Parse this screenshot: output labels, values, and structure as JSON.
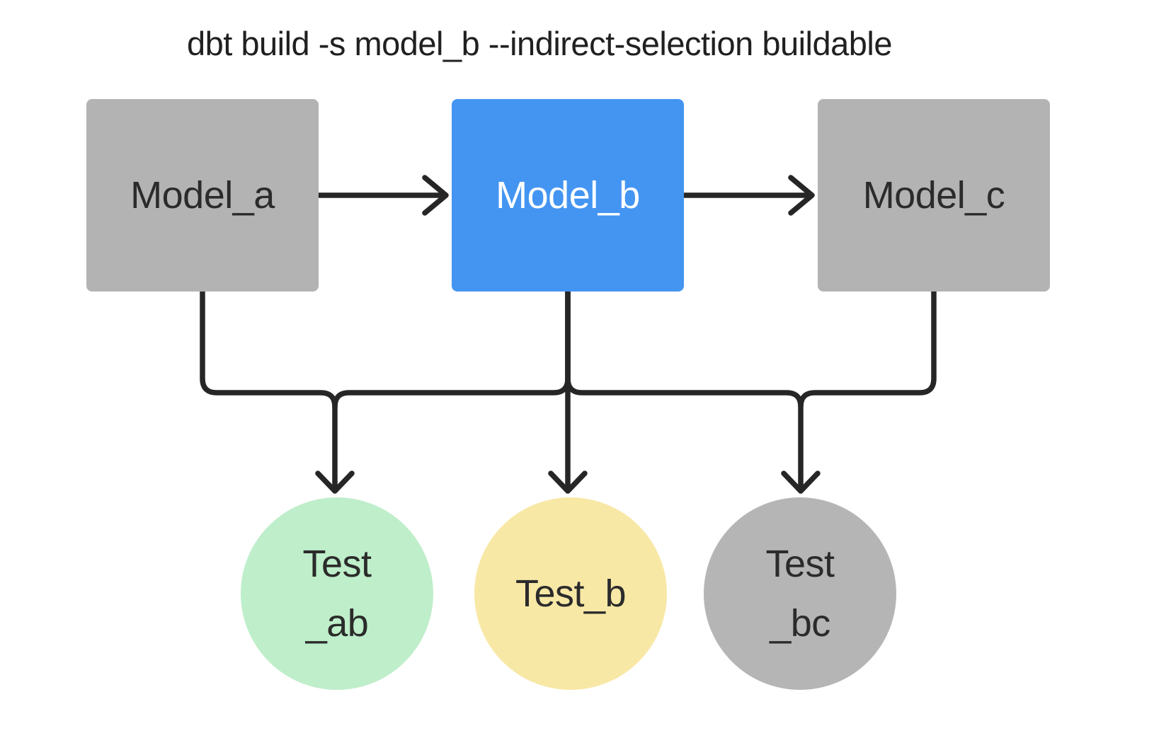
{
  "command_title": "dbt build -s model_b --indirect-selection buildable",
  "colors": {
    "background": "#ffffff",
    "edge": "#262626",
    "model_gray": "#b3b3b3",
    "model_selected_blue": "#4495f2",
    "test_green": "#bfeeca",
    "test_yellow": "#f8e8a6",
    "test_gray": "#b5b5b5",
    "label_dark": "#2b2b2b",
    "label_light": "#ffffff",
    "title_text": "#202020"
  },
  "nodes": {
    "models": [
      {
        "id": "model_a",
        "label": "Model_a",
        "fill": "#b3b3b3"
      },
      {
        "id": "model_b",
        "label": "Model_b",
        "fill": "#4495f2"
      },
      {
        "id": "model_c",
        "label": "Model_c",
        "fill": "#b3b3b3"
      }
    ],
    "tests": [
      {
        "id": "test_ab",
        "label_lines": [
          "Test",
          "_ab"
        ],
        "fill": "#bfeeca"
      },
      {
        "id": "test_b",
        "label_lines": [
          "Test_b"
        ],
        "fill": "#f8e8a6"
      },
      {
        "id": "test_bc",
        "label_lines": [
          "Test",
          "_bc"
        ],
        "fill": "#b5b5b5"
      }
    ]
  },
  "edges": [
    {
      "from": "model_a",
      "to": "model_b"
    },
    {
      "from": "model_b",
      "to": "model_c"
    },
    {
      "from": "model_a",
      "to": "test_ab"
    },
    {
      "from": "model_b",
      "to": "test_ab"
    },
    {
      "from": "model_b",
      "to": "test_b"
    },
    {
      "from": "model_b",
      "to": "test_bc"
    },
    {
      "from": "model_c",
      "to": "test_bc"
    }
  ]
}
